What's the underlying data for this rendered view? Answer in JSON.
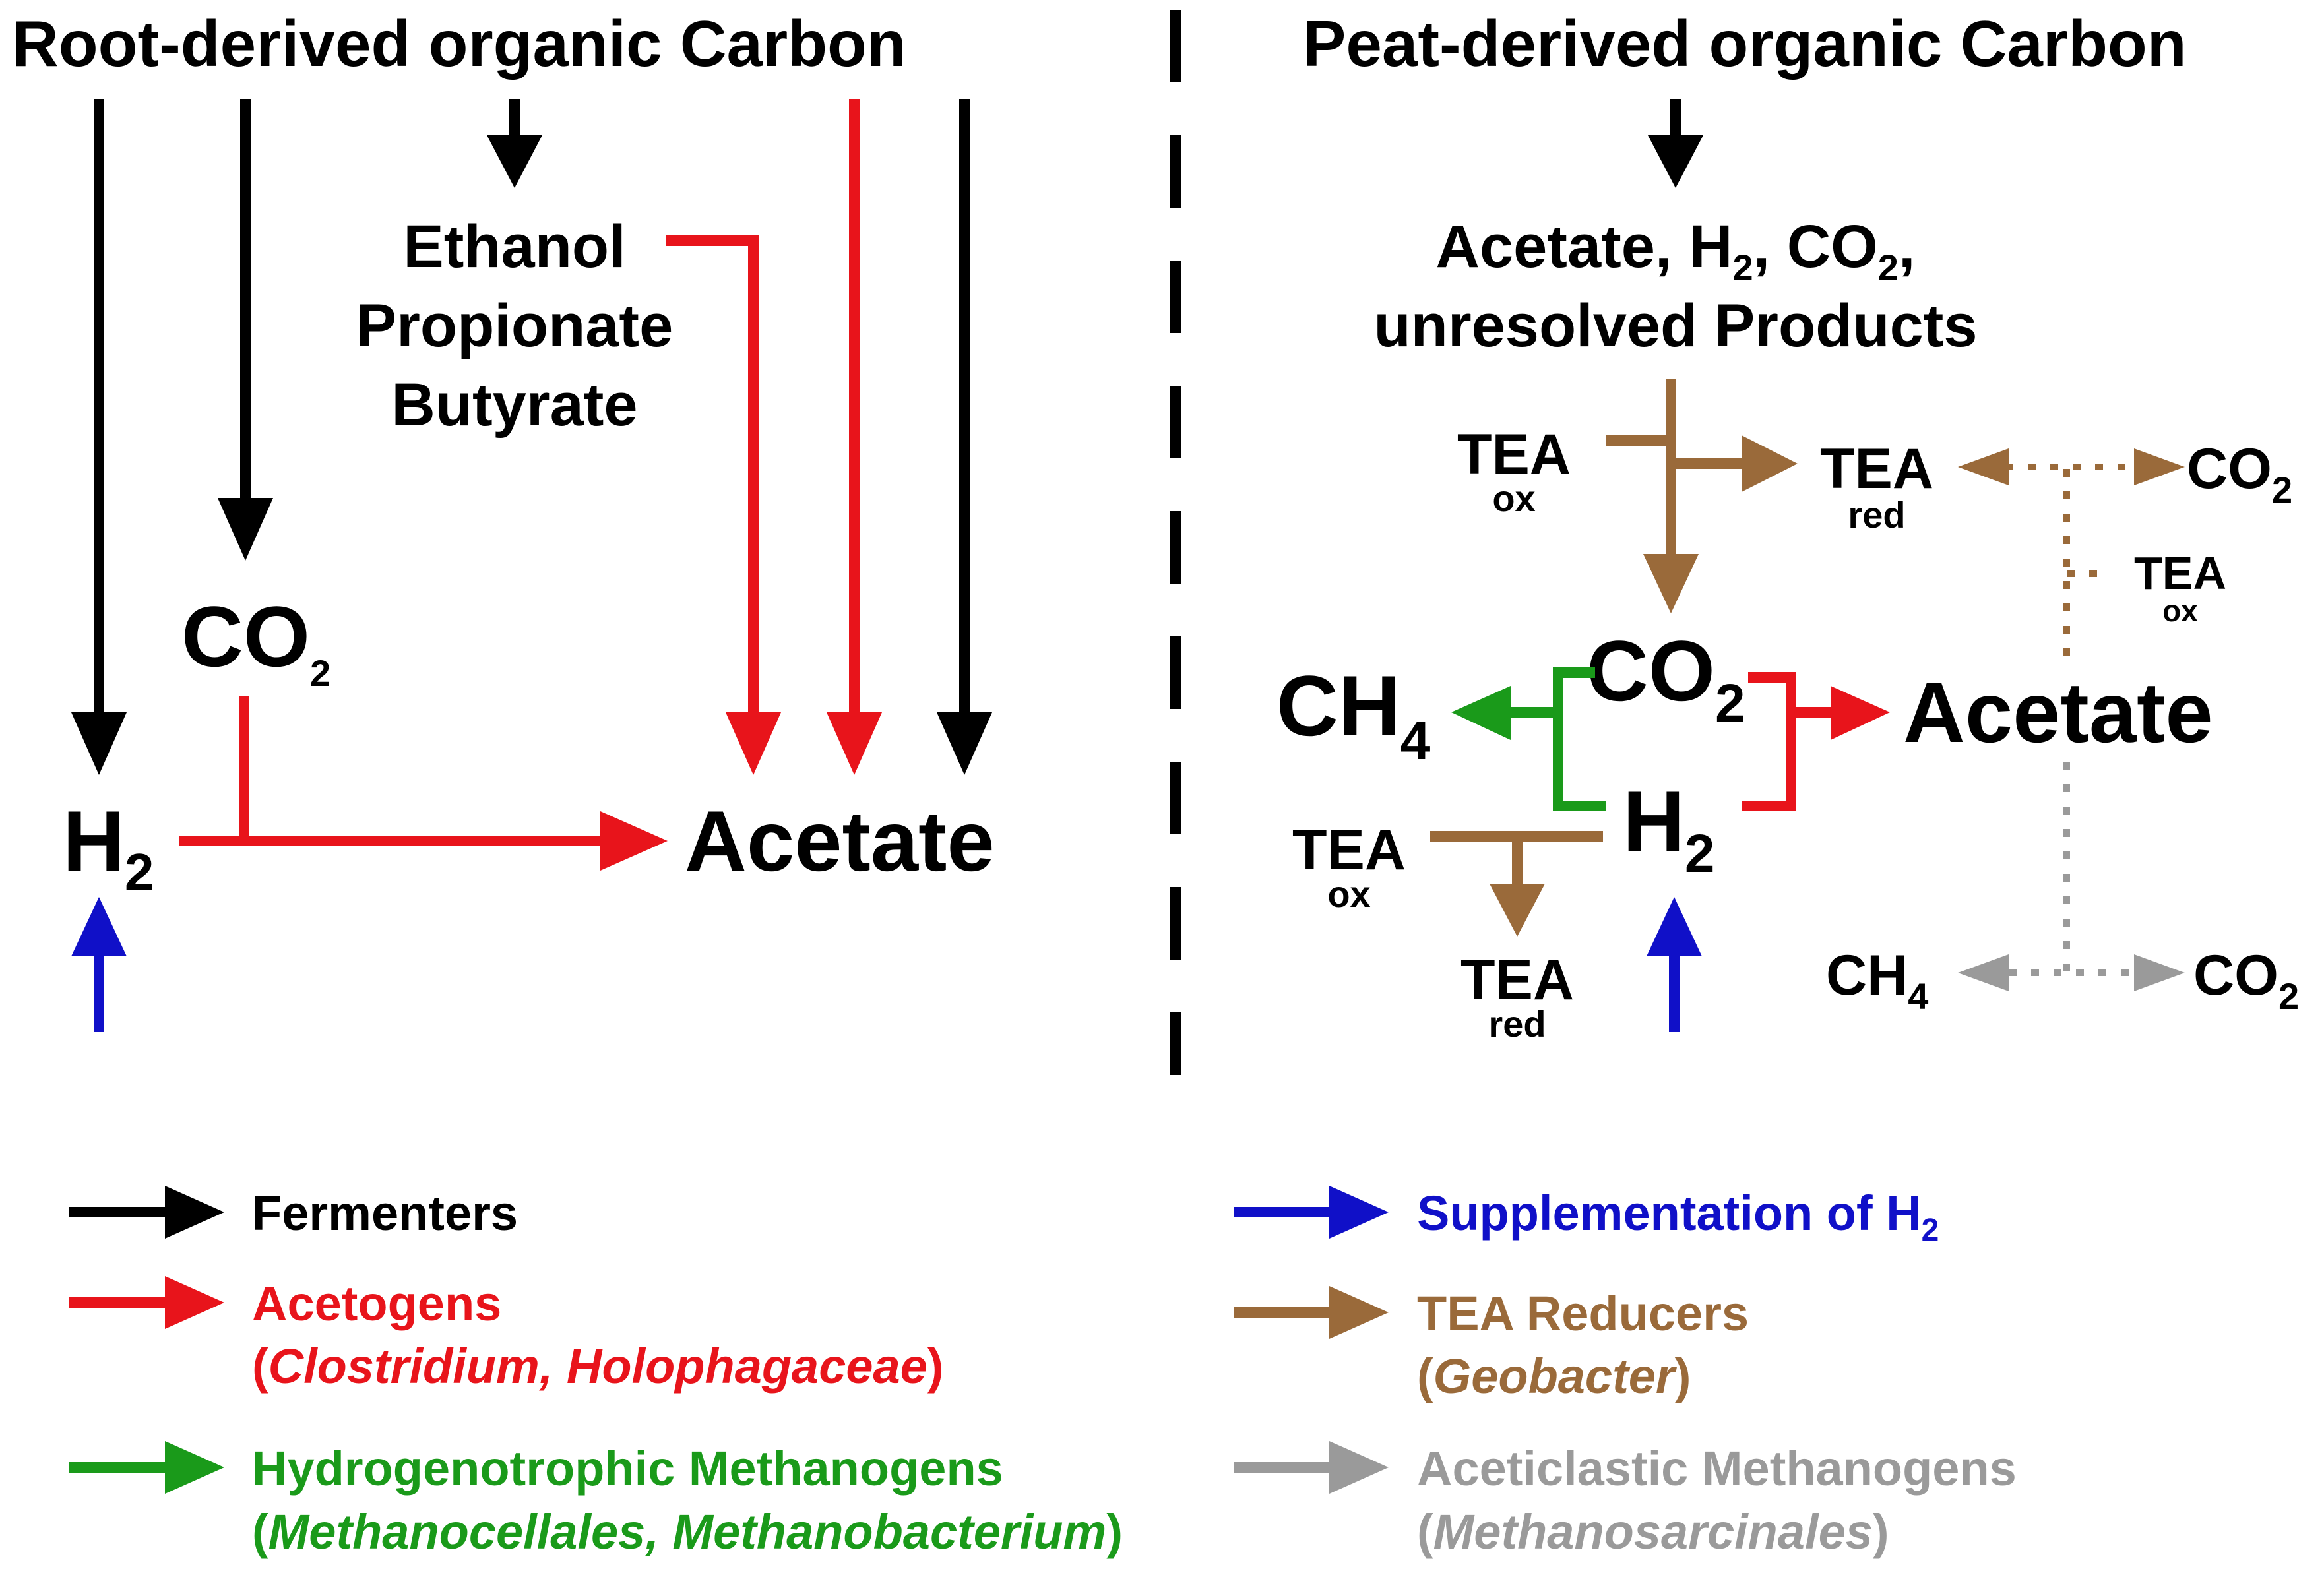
{
  "colors": {
    "fermenters": "#000000",
    "acetogens": "#e8141b",
    "methanogens_h2": "#1a9a1a",
    "supplementation": "#1010c8",
    "tea_reducers": "#9a6a3a",
    "aceticlastic": "#9a9a9a"
  },
  "left": {
    "title": "Root-derived organic Carbon",
    "co2_main": "CO",
    "co2_sub": "2",
    "h2_main": "H",
    "h2_sub": "2",
    "acetate": "Acetate",
    "products": [
      "Ethanol",
      "Propionate",
      "Butyrate"
    ]
  },
  "right": {
    "title": "Peat-derived organic Carbon",
    "products_line1": {
      "a": "Acetate, H",
      "a_sub": "2",
      "b": ", CO",
      "b_sub": "2",
      "c": ","
    },
    "products_line2": "unresolved Products",
    "tea": "TEA",
    "ox": "ox",
    "red": "red",
    "co2_main": "CO",
    "co2_sub": "2",
    "h2_main": "H",
    "h2_sub": "2",
    "ch4_main": "CH",
    "ch4_sub": "4",
    "acetate": "Acetate"
  },
  "legend": {
    "fermenters": "Fermenters",
    "acetogens": "Acetogens",
    "acetogens_open": "(",
    "acetogens_taxa": "Clostridium, Holophagaceae",
    "acetogens_close": ")",
    "methanogens": "Hydrogenotrophic Methanogens",
    "methanogens_open": "(",
    "methanogens_taxa": "Methanocellales, Methanobacterium",
    "methanogens_close": ")",
    "supplementation": "Supplementation of H",
    "supplementation_sub": "2",
    "tea_reducers": "TEA Reducers",
    "tea_open": "(",
    "tea_taxa": "Geobacter",
    "tea_close": ")",
    "aceticlastic": "Aceticlastic Methanogens",
    "aceticlastic_open": "(",
    "aceticlastic_taxa": "Methanosarcinales",
    "aceticlastic_close": ")"
  }
}
